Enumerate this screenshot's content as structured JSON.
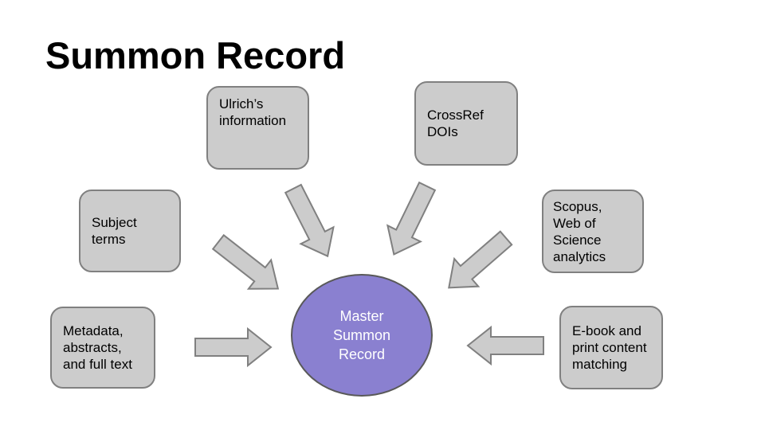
{
  "title": "Summon Record",
  "center": {
    "label": "Master\nSummon\nRecord"
  },
  "nodes": [
    {
      "id": "ulrichs",
      "label": "Ulrich’s\ninformation"
    },
    {
      "id": "crossref",
      "label": "CrossRef\nDOIs"
    },
    {
      "id": "subject",
      "label": "Subject\nterms"
    },
    {
      "id": "scopus",
      "label": "Scopus,\nWeb of\nScience\nanalytics"
    },
    {
      "id": "metadata",
      "label": "Metadata,\nabstracts,\nand full text"
    },
    {
      "id": "ebook",
      "label": "E-book and\nprint content\nmatching"
    }
  ],
  "edges": [
    {
      "from": "Ulrich’s information",
      "to": "Master Summon Record"
    },
    {
      "from": "CrossRef DOIs",
      "to": "Master Summon Record"
    },
    {
      "from": "Subject terms",
      "to": "Master Summon Record"
    },
    {
      "from": "Scopus, Web of Science analytics",
      "to": "Master Summon Record"
    },
    {
      "from": "Metadata, abstracts, and full text",
      "to": "Master Summon Record"
    },
    {
      "from": "E-book and print content matching",
      "to": "Master Summon Record"
    }
  ],
  "colors": {
    "slide_bg": "#ffffff",
    "title_color": "#000000",
    "box_fill": "#cccccc",
    "box_border": "#808080",
    "arrow_fill": "#cccccc",
    "arrow_border": "#808080",
    "center_fill": "#8a80d0",
    "center_border": "#595959",
    "center_text": "#ffffff"
  }
}
